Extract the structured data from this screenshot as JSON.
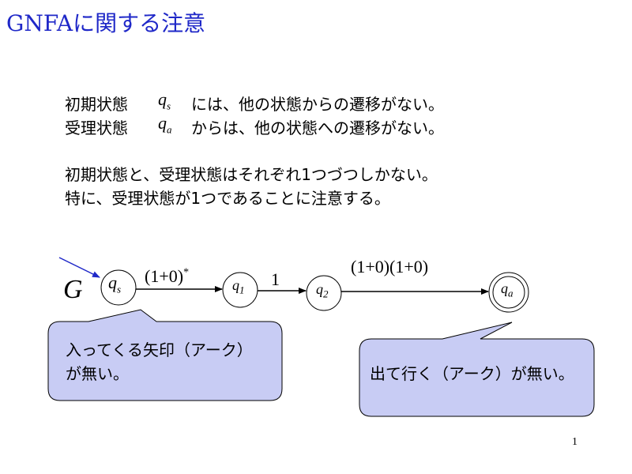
{
  "title": "GNFAに関する注意",
  "lines": {
    "line1_prefix": "初期状態",
    "line1_suffix": "には、他の状態からの遷移がない。",
    "line2_prefix": "受理状態",
    "line2_suffix": "からは、他の状態への遷移がない。",
    "line3": "初期状態と、受理状態はそれぞれ1つづつしかない。",
    "line4": "特に、受理状態が1つであることに注意する。"
  },
  "diagram": {
    "graph_name": "G",
    "states": {
      "qs": {
        "base": "q",
        "sub": "s"
      },
      "q1": {
        "base": "q",
        "sub": "1"
      },
      "q2": {
        "base": "q",
        "sub": "2"
      },
      "qa": {
        "base": "q",
        "sub": "a"
      }
    },
    "edge_labels": {
      "qs_q1": "(1+0)",
      "qs_q1_star": "*",
      "q1_q2": "1",
      "q2_qa": "(1+0)(1+0)"
    }
  },
  "callouts": {
    "left_line1": "入ってくる矢印（アーク）",
    "left_line2": "が無い。",
    "right": "出て行く（アーク）が無い。"
  },
  "colors": {
    "title": "#1f28c8",
    "bubble_fill": "#c8ccf4",
    "bubble_stroke": "#000000",
    "start_arrow": "#1f28c8"
  },
  "page_number": "1"
}
